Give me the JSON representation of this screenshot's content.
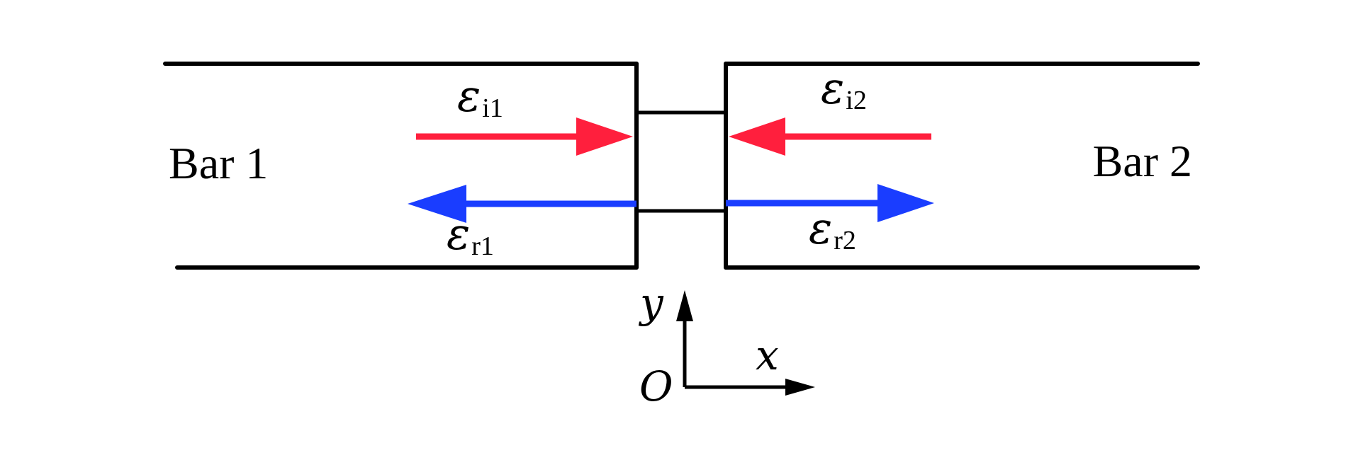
{
  "bars": {
    "left_label": "Bar 1",
    "right_label": "Bar 2"
  },
  "waves": {
    "incident_left": {
      "symbol": "ε",
      "subscript": "i1",
      "color": "#ff1f3d",
      "direction": "right"
    },
    "incident_right": {
      "symbol": "ε",
      "subscript": "i2",
      "color": "#ff1f3d",
      "direction": "left"
    },
    "reflected_left": {
      "symbol": "ε",
      "subscript": "r1",
      "color": "#1a3dff",
      "direction": "left"
    },
    "reflected_right": {
      "symbol": "ε",
      "subscript": "r2",
      "color": "#1a3dff",
      "direction": "right"
    }
  },
  "axes": {
    "origin": "O",
    "x": "x",
    "y": "y"
  },
  "colors": {
    "line": "#000000",
    "incident": "#ff1f3d",
    "reflected": "#1a3dff"
  }
}
